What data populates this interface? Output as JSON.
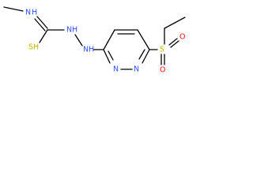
{
  "molecule": {
    "atoms": {
      "n_methyl": "N",
      "h_methyl": "H",
      "sh": "SH",
      "nh_1": "N",
      "h_1": "H",
      "nh_2": "N",
      "h_2": "H",
      "n_ring_a": "N",
      "n_ring_b": "N",
      "s_sulfonyl": "S",
      "o_top": "O",
      "o_bottom": "O"
    }
  },
  "colors": {
    "bond": "#000000",
    "nitrogen": "#3050F8",
    "sulfur": "#C8B400",
    "oxygen": "#FF0D0D"
  }
}
